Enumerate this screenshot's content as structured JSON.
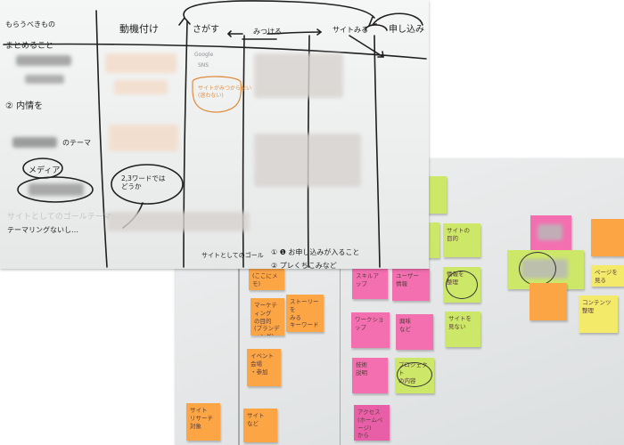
{
  "whiteboard": {
    "corner_note": "もらうべきもの",
    "left_heading": "まとめること",
    "column_headers": [
      "動機付け",
      "さがす",
      "みつける",
      "サイトみる",
      "申し込み"
    ],
    "search_notes": [
      "Google",
      "SNS"
    ],
    "orange_note": "サイトがみつからない\n(迷わない)",
    "row_labels": [
      "② 内情を",
      "のテーマ"
    ],
    "circled_media": "メディア",
    "circled_words": "2,3ワードでは\nどうか",
    "bottom_note": "テーマリングないし…",
    "goal_label": "サイトとしてのゴール",
    "goal_items": [
      "① ❶ お申し込みが入ること",
      "② プレくちこみなど"
    ],
    "faint_bottom": "サイトとしてのゴールテーマ"
  },
  "sticky_wall": {
    "notes": [
      {
        "color": "orange",
        "text": "(ここにメモ)"
      },
      {
        "color": "orange",
        "text": "マーケティング\nの目的\n(ブランディング)"
      },
      {
        "color": "orange",
        "text": "ストーリーを\nみる\nキーワード"
      },
      {
        "color": "orange",
        "text": "イベント\n会場\n・参加"
      },
      {
        "color": "orange",
        "text": "サイト\nなど"
      },
      {
        "color": "orange",
        "text": "サイト\nリサーチ\n対象"
      },
      {
        "color": "pink",
        "text": "スキルアップ"
      },
      {
        "color": "pink",
        "text": "ユーザー\n情報"
      },
      {
        "color": "pink",
        "text": "ワークショップ"
      },
      {
        "color": "pink",
        "text": "技術\n説明"
      },
      {
        "color": "pink",
        "text": "興味\nなど"
      },
      {
        "color": "pink",
        "text": "アクセス\n(ホームページ)\nから"
      },
      {
        "color": "green",
        "text": "サイトの\n目的"
      },
      {
        "color": "green",
        "text": "情報を\n整理"
      },
      {
        "color": "green",
        "text": "サイトを\n見ない"
      },
      {
        "color": "green",
        "text": "プロジェクト\nの内容"
      },
      {
        "color": "yellow",
        "text": "コンテンツ\n整理"
      },
      {
        "color": "yellow",
        "text": "ページを\n見る"
      }
    ]
  }
}
